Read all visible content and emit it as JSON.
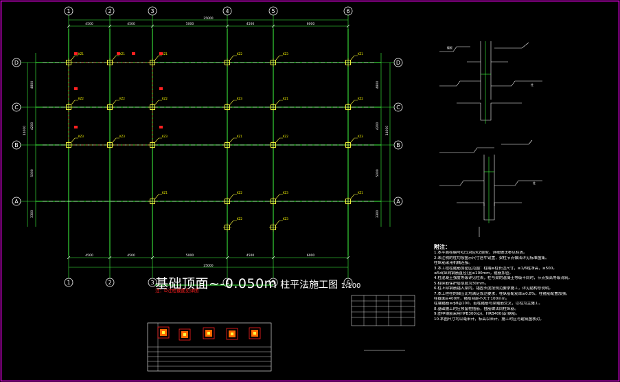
{
  "colors": {
    "frame": "#d400d4",
    "grid_line": "#40ff40",
    "axis_bubble": "#ffffff",
    "column_fill": "#ffff40",
    "column_label": "#ffff00",
    "column_mark_red": "#ff2020",
    "dim_text": "#ffffff",
    "notes_text": "#ffffff",
    "background": "#000000"
  },
  "plan": {
    "axes_x": [
      "1",
      "2",
      "3",
      "4",
      "5",
      "6"
    ],
    "axes_y": [
      "D",
      "C",
      "B",
      "A"
    ],
    "dims_top": [
      "4500",
      "4500",
      "5000",
      "4500",
      "6000"
    ],
    "dims_top_total": "25000",
    "dims_bottom": [
      "4500",
      "4500",
      "5000",
      "4500",
      "6000"
    ],
    "dims_bottom_total": "25000",
    "dims_left": [
      "4800",
      "4200",
      "5000",
      "3300"
    ],
    "dims_left_total": "14000",
    "dims_right": [
      "4800",
      "4200",
      "5000",
      "3300"
    ],
    "dims_right_total": "14000",
    "column_labels": [
      "KZ1",
      "KZ2",
      "KZ3"
    ]
  },
  "title": {
    "prefix": "基础顶面~",
    "elevation": "-0.050m",
    "suffix": "柱平法施工图",
    "scale": "1:100"
  },
  "title_note": "注：D注柱截面见详图",
  "notes": {
    "heading": "附注：",
    "lines": [
      "1.本平面柱编号KZ1对应KZ类型，详细做法参见柱表。",
      "2.未注明的柱均按图示尺寸居中设置，梁柱节点做法详见标准图集。",
      "   柱纵筋采用机械连接。",
      "3.本工程柱箍筋加密区范围：柱端≥柱长边尺寸，≥1/6柱净高，≥500。",
      "   ≤5d(纵向钢筋直径)且≤100mm，箍筋加密。",
      "4.柱混凝土强度等级详见柱表，柱与梁的混凝土等级不同时，节点按高等级浇筑。",
      "5.柱纵筋保护层厚度为30mm。",
      "6.柱上部钢筋锚入梁内，锚固长度按规范要求施工，详见结构总说明。",
      "7.本工程柱的轴压比均满足规范要求，柱纵筋配筋率≥0.8%，柱箍筋配置加强。",
      "   柱截面≥400时，箍筋间距不大于100mm。",
      "   柱端箍筋≥ф8@100，若柱箍筋与梁箍筋交叉，以柱为主施工。",
      "8.基础施工时应预留柱插筋，插筋做法同柱纵筋。",
      "9.图中钢筋采用HPB300(ф)、HRB400(ф)钢筋。",
      "10.本图尺寸均以毫米计，标高以米计，施工时应与建筑图核对。"
    ]
  }
}
